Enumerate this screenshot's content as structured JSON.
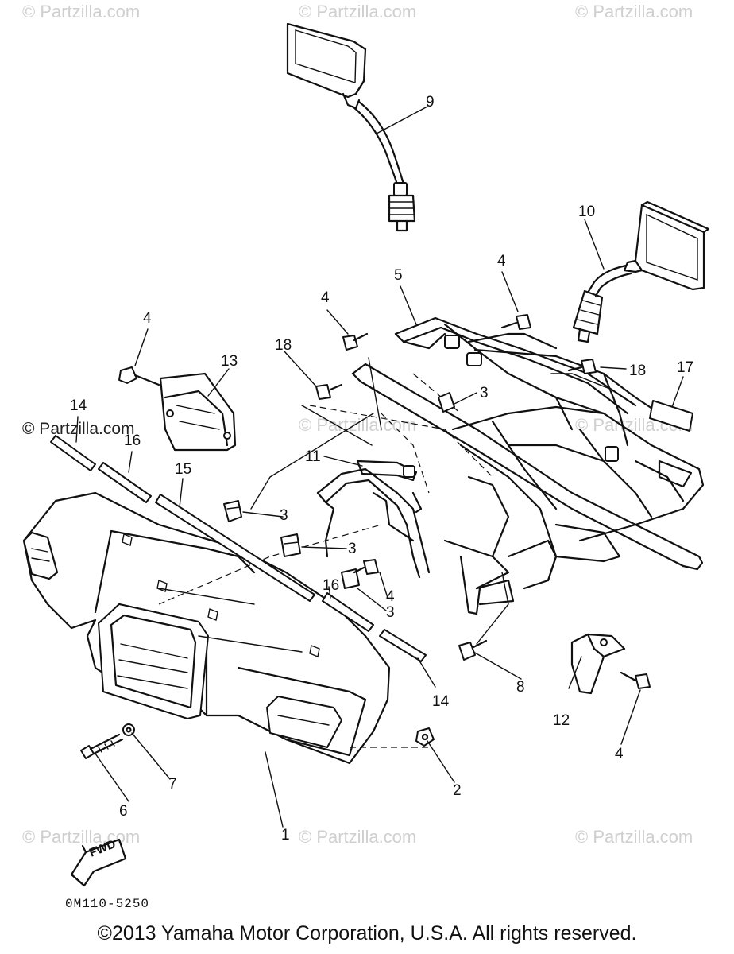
{
  "watermarks": [
    "© Partzilla.com",
    "© Partzilla.com",
    "© Partzilla.com",
    "© Partzilla.com",
    "© Partzilla.com",
    "© Partzilla.com",
    "© Partzilla.com",
    "© Partzilla.com"
  ],
  "watermark_dark": "© Partzilla.com",
  "callouts": {
    "p1": "1",
    "p2": "2",
    "p3a": "3",
    "p3b": "3",
    "p3c": "3",
    "p3d": "3",
    "p4a": "4",
    "p4b": "4",
    "p4c": "4",
    "p4d": "4",
    "p4e": "4",
    "p5": "5",
    "p6": "6",
    "p7": "7",
    "p8": "8",
    "p9": "9",
    "p10": "10",
    "p11": "11",
    "p12": "12",
    "p13": "13",
    "p14a": "14",
    "p14b": "14",
    "p15": "15",
    "p16a": "16",
    "p16b": "16",
    "p17": "17",
    "p18a": "18",
    "p18b": "18"
  },
  "fwd_label": "FWD",
  "diagram_code": "0M110-5250",
  "copyright": "©2013 Yamaha Motor Corporation, U.S.A. All rights reserved."
}
